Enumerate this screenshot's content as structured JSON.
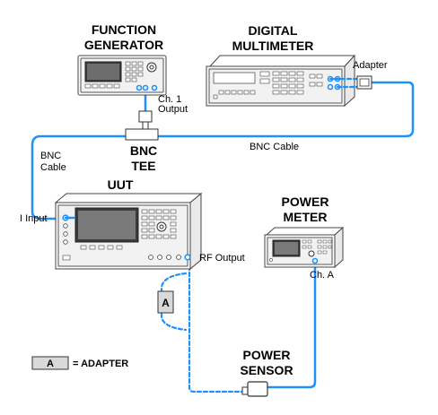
{
  "labels": {
    "function_generator": [
      "FUNCTION",
      "GENERATOR"
    ],
    "digital_multimeter": [
      "DIGITAL",
      "MULTIMETER"
    ],
    "adapter_top": "Adapter",
    "ch1_output": [
      "Ch. 1",
      "Output"
    ],
    "bnc_tee": [
      "BNC",
      "TEE"
    ],
    "bnc_cable_right": "BNC Cable",
    "bnc_cable_left": [
      "BNC",
      "Cable"
    ],
    "uut": "UUT",
    "i_input": "I Input",
    "power_meter": [
      "POWER",
      "METER"
    ],
    "rf_output": "RF Output",
    "ch_a": "Ch. A",
    "adapter_box_letter": "A",
    "legend_letter": "A",
    "legend_text": "= ADAPTER",
    "power_sensor": [
      "POWER",
      "SENSOR"
    ]
  },
  "colors": {
    "cable": "#1e90ff",
    "instrument_outline": "#444444",
    "screen": "#3b3b3b",
    "legend_box_fill": "#d9d9d9"
  }
}
